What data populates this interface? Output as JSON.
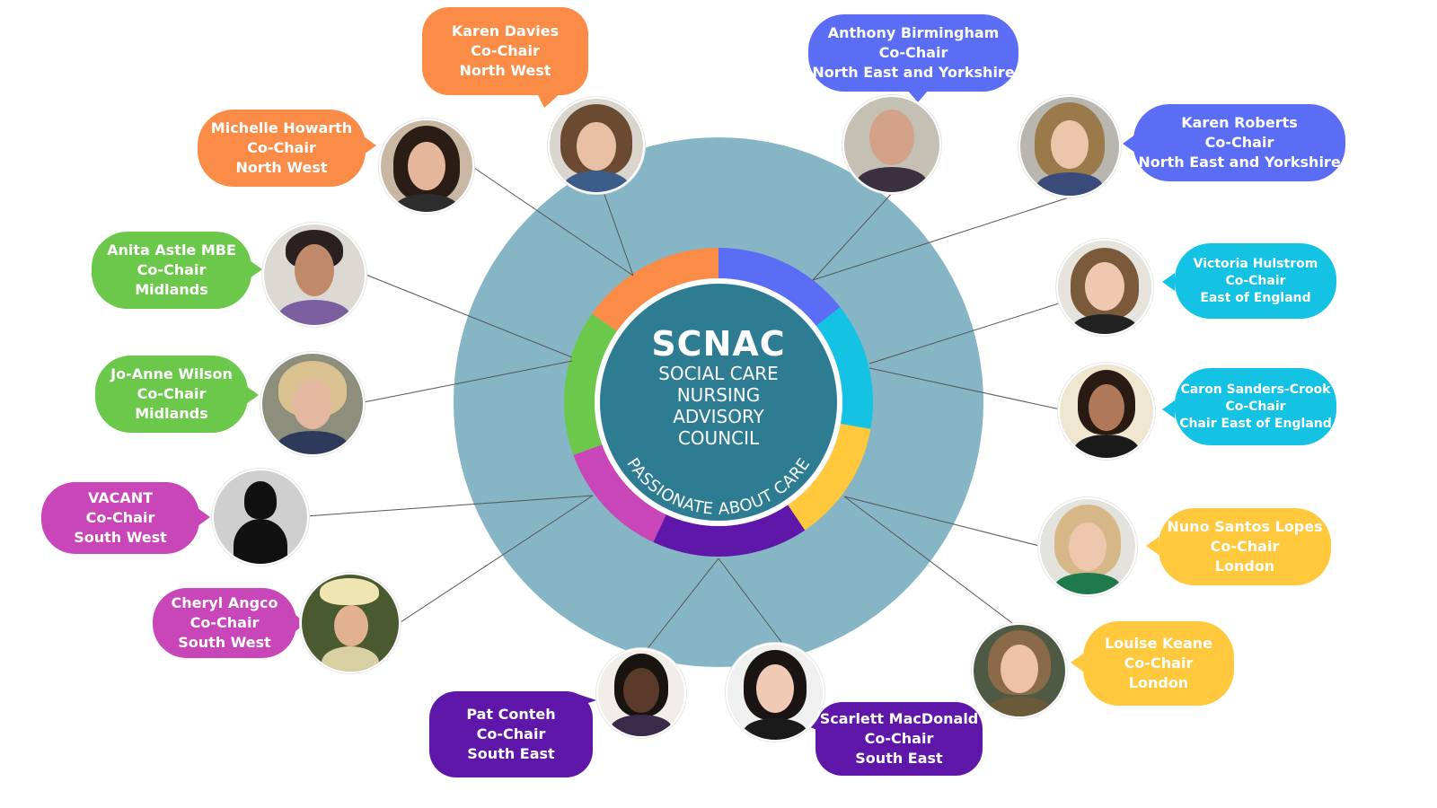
{
  "logo": {
    "acronym": "SCNAC",
    "name_lines": [
      "SOCIAL CARE",
      "NURSING",
      "ADVISORY",
      "COUNCIL"
    ],
    "tagline": "PASSIONATE ABOUT CARE"
  },
  "colors": {
    "orange": "#FB8C47",
    "blue": "#5B6CF5",
    "cyan": "#14C2E3",
    "yellow": "#FFC83D",
    "purple": "#5E17A8",
    "magenta": "#C846B8",
    "green": "#6CC84A",
    "outer_disc": "#86B5C6",
    "inner_disc": "#2D7C92"
  },
  "members": [
    {
      "id": "karen-davies",
      "name": "Karen Davies",
      "role": "Co-Chair",
      "region": "North West"
    },
    {
      "id": "michelle-howarth",
      "name": "Michelle Howarth",
      "role": "Co-Chair",
      "region": "North West"
    },
    {
      "id": "anita-astle",
      "name": "Anita Astle MBE",
      "role": "Co-Chair",
      "region": "Midlands"
    },
    {
      "id": "jo-anne-wilson",
      "name": "Jo-Anne Wilson",
      "role": "Co-Chair",
      "region": "Midlands"
    },
    {
      "id": "vacant",
      "name": "VACANT",
      "role": "Co-Chair",
      "region": "South West"
    },
    {
      "id": "cheryl-angco",
      "name": "Cheryl Angco",
      "role": "Co-Chair",
      "region": "South West"
    },
    {
      "id": "pat-conteh",
      "name": "Pat Conteh",
      "role": "Co-Chair",
      "region": "South East"
    },
    {
      "id": "scarlett-macdonald",
      "name": "Scarlett MacDonald",
      "role": "Co-Chair",
      "region": "South East"
    },
    {
      "id": "anthony-birmingham",
      "name": "Anthony Birmingham",
      "role": "Co-Chair",
      "region": "North East and Yorkshire"
    },
    {
      "id": "karen-roberts",
      "name": "Karen Roberts",
      "role": "Co-Chair",
      "region": "North East and Yorkshire"
    },
    {
      "id": "victoria-hulstrom",
      "name": "Victoria Hulstrom",
      "role": "Co-Chair",
      "region": "East of England"
    },
    {
      "id": "caron-sanders-crook",
      "name": "Caron Sanders-Crook",
      "role": "Co-Chair",
      "region": "Chair East of England"
    },
    {
      "id": "nuno-santos-lopes",
      "name": "Nuno Santos Lopes",
      "role": "Co-Chair",
      "region": "London"
    },
    {
      "id": "louise-keane",
      "name": "Louise Keane",
      "role": "Co-Chair",
      "region": "London"
    }
  ]
}
